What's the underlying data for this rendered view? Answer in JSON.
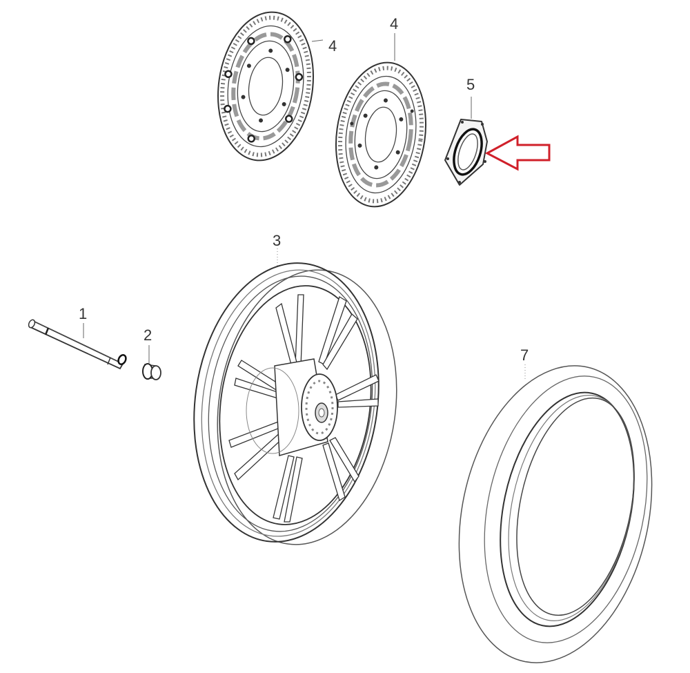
{
  "diagram": {
    "title": "",
    "parts": [
      {
        "id": "part-1",
        "label": "1",
        "name": "axle"
      },
      {
        "id": "part-2",
        "label": "2",
        "name": "spacer"
      },
      {
        "id": "part-3",
        "label": "3",
        "name": "wheel-rim"
      },
      {
        "id": "part-4a",
        "label": "4",
        "name": "brake-disc-left"
      },
      {
        "id": "part-4b",
        "label": "4",
        "name": "brake-disc-right"
      },
      {
        "id": "part-5",
        "label": "5",
        "name": "seal-plate"
      },
      {
        "id": "part-7",
        "label": "7",
        "name": "tire"
      }
    ],
    "highlight": {
      "target": "part-5",
      "color": "#d0202a",
      "shape": "outline-arrow-pointing-left"
    }
  }
}
